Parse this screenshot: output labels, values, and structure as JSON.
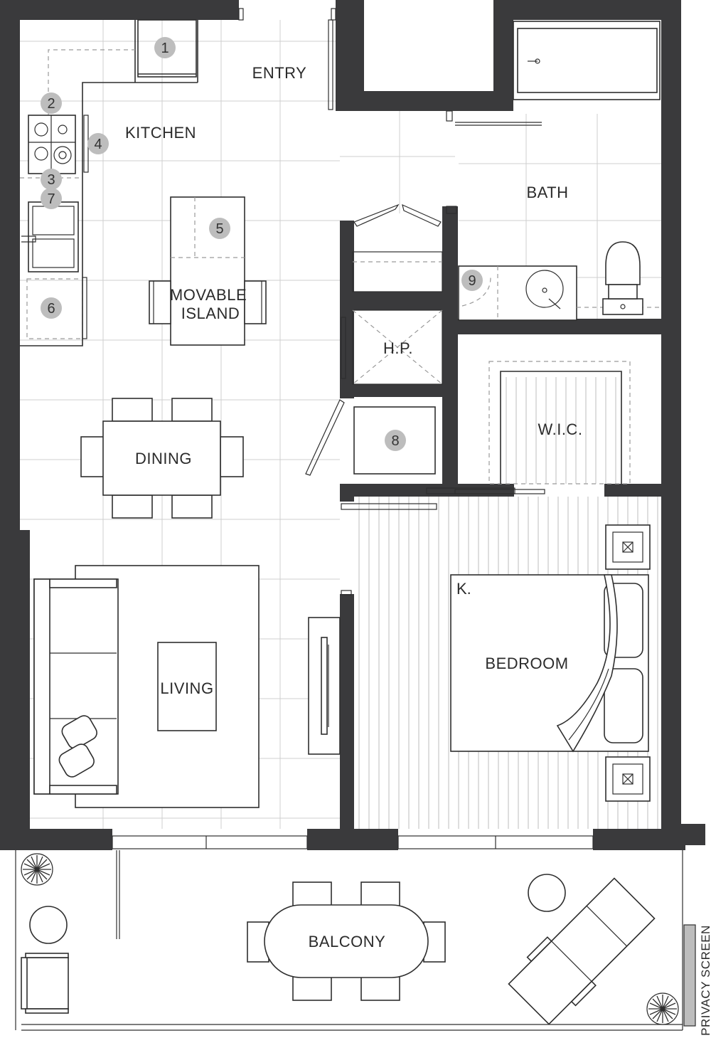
{
  "rooms": {
    "entry": "ENTRY",
    "kitchen": "KITCHEN",
    "bath": "BATH",
    "movable_island_line1": "MOVABLE",
    "movable_island_line2": "ISLAND",
    "hp": "H.P.",
    "wic": "W.I.C.",
    "dining": "DINING",
    "living": "LIVING",
    "bedroom": "BEDROOM",
    "bed_size": "K.",
    "balcony": "BALCONY",
    "privacy_screen": "PRIVACY SCREEN"
  },
  "badges": [
    "1",
    "2",
    "3",
    "4",
    "5",
    "6",
    "7",
    "8",
    "9"
  ],
  "colors": {
    "wall": "#3a3a3c",
    "badge": "#bdbdbd",
    "line": "#2e2e2e"
  }
}
